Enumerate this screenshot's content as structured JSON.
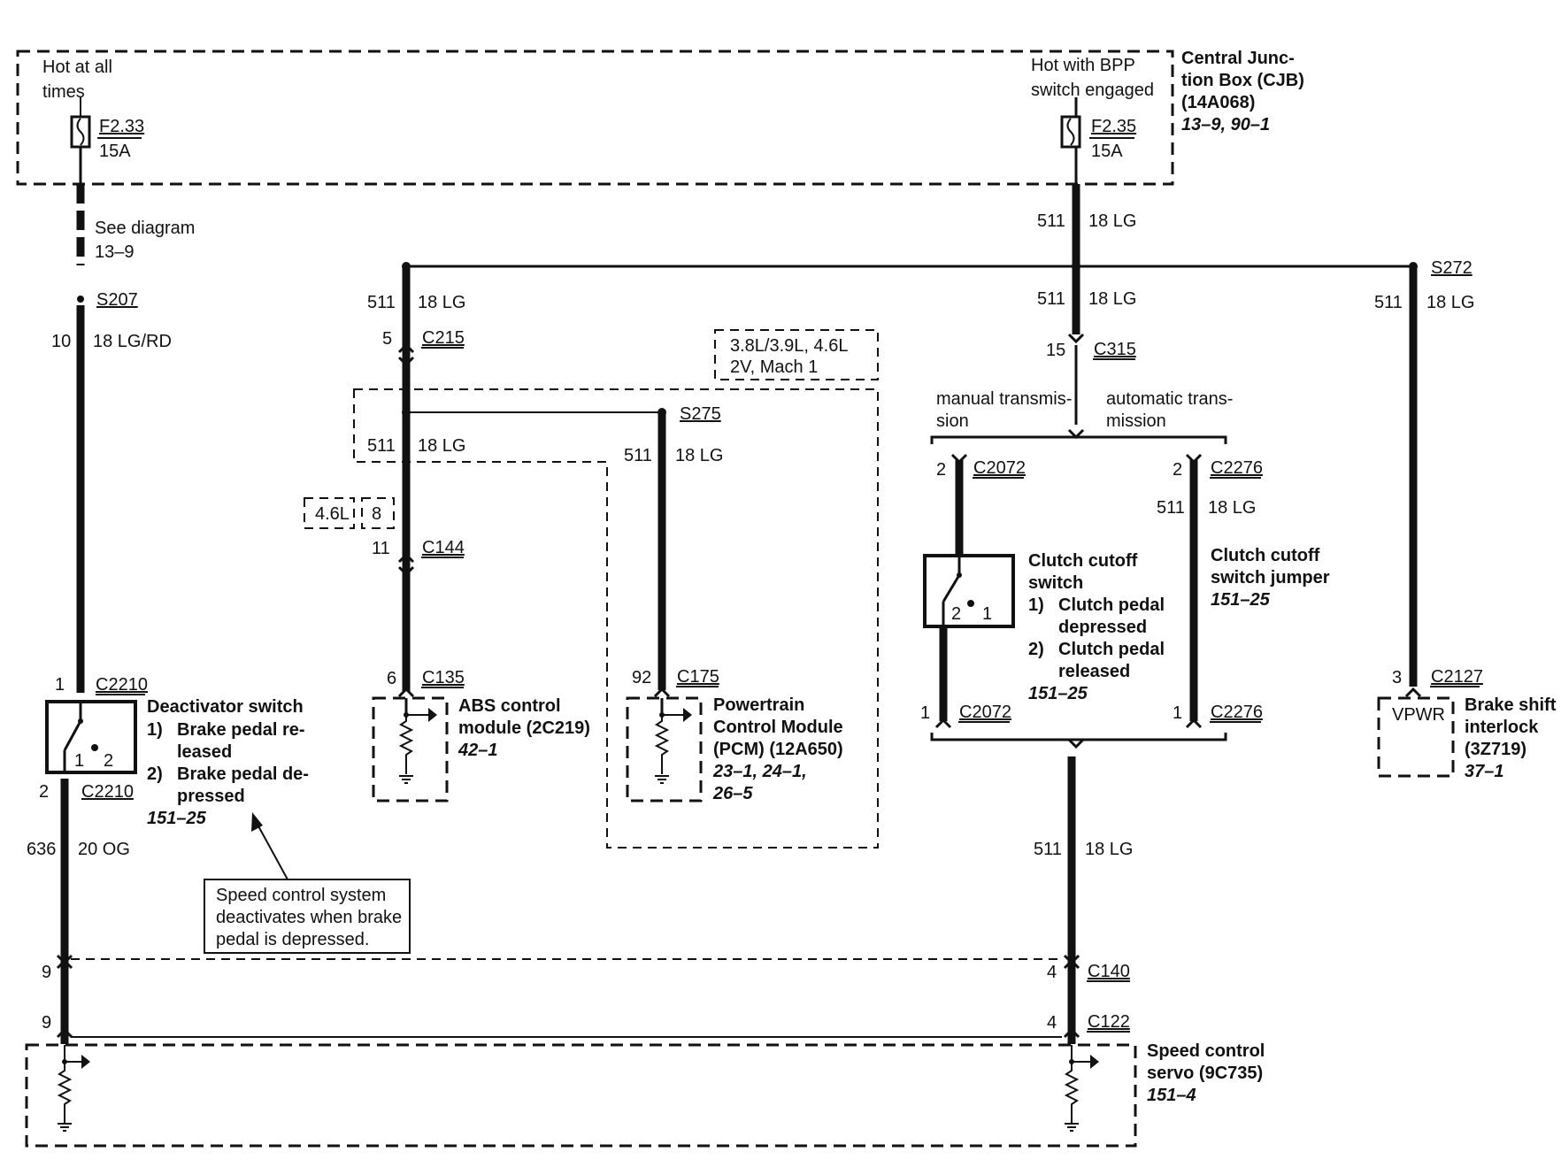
{
  "cjb": {
    "hot_all_times_1": "Hot at all",
    "hot_all_times_2": "times",
    "hot_bpp_1": "Hot with BPP",
    "hot_bpp_2": "switch engaged",
    "fuse_left": "F2.33",
    "fuse_left_rating": "15A",
    "fuse_right": "F2.35",
    "fuse_right_rating": "15A",
    "title_1": "Central Junc-",
    "title_2": "tion Box (CJB)",
    "title_3": "(14A068)",
    "ref": "13–9, 90–1"
  },
  "left_branch": {
    "see_diagram_1": "See diagram",
    "see_diagram_2": "13–9",
    "splice": "S207",
    "circuit": "10",
    "wire": "18 LG/RD",
    "conn_top_pin": "1",
    "conn_top": "C2210",
    "conn_bot_pin": "2",
    "conn_bot": "C2210",
    "circuit2": "636",
    "wire2": "20 OG",
    "switch_pin1": "1",
    "switch_pin2": "2",
    "switch_title": "Deactivator switch",
    "item1_num": "1)",
    "item1_a": "Brake pedal re-",
    "item1_b": "leased",
    "item2_num": "2)",
    "item2_a": "Brake pedal de-",
    "item2_b": "pressed",
    "ref": "151–25",
    "note_1": "Speed control system",
    "note_2": "deactivates when brake",
    "note_3": "pedal is depressed."
  },
  "abs_branch": {
    "circuit": "511",
    "wire": "18 LG",
    "c215_pin": "5",
    "c215": "C215",
    "circuit_b": "511",
    "wire_b": "18 LG",
    "tag_engine": "4.6L",
    "tag_pin": "8",
    "c144_pin": "11",
    "c144": "C144",
    "c135_pin": "6",
    "c135": "C135",
    "module_1": "ABS control",
    "module_2": "module (2C219)",
    "ref": "42–1"
  },
  "pcm_branch": {
    "variant_1": "3.8L/3.9L, 4.6L",
    "variant_2": "2V, Mach 1",
    "splice": "S275",
    "circuit": "511",
    "wire": "18 LG",
    "c175_pin": "92",
    "c175": "C175",
    "module_1": "Powertrain",
    "module_2": "Control Module",
    "module_3": "(PCM) (12A650)",
    "ref_1": "23–1, 24–1,",
    "ref_2": "26–5"
  },
  "main_right": {
    "circuit_top": "511",
    "wire_top": "18 LG",
    "circuit_mid": "511",
    "wire_mid": "18 LG",
    "c315_pin": "15",
    "c315": "C315",
    "manual_1": "manual transmis-",
    "manual_2": "sion",
    "auto_1": "automatic trans-",
    "auto_2": "mission",
    "c2072_top_pin": "2",
    "c2072_top": "C2072",
    "c2072_bot_pin": "1",
    "c2072_bot": "C2072",
    "c2276_top_pin": "2",
    "c2276_top": "C2276",
    "c2276_bot_pin": "1",
    "c2276_bot": "C2276",
    "jumper_circuit": "511",
    "jumper_wire": "18 LG",
    "clutch_title_1": "Clutch cutoff",
    "clutch_title_2": "switch",
    "clutch_item1_num": "1)",
    "clutch_item1_a": "Clutch pedal",
    "clutch_item1_b": "depressed",
    "clutch_item2_num": "2)",
    "clutch_item2_a": "Clutch pedal",
    "clutch_item2_b": "released",
    "clutch_ref": "151–25",
    "clutch_pin2": "2",
    "clutch_pin1": "1",
    "jumper_1": "Clutch cutoff",
    "jumper_2": "switch jumper",
    "jumper_ref": "151–25",
    "circuit_low": "511",
    "wire_low": "18 LG"
  },
  "interlock": {
    "splice": "S272",
    "circuit": "511",
    "wire": "18 LG",
    "pin": "3",
    "conn": "C2127",
    "vpwr": "VPWR",
    "title_1": "Brake shift",
    "title_2": "interlock",
    "title_3": "(3Z719)",
    "ref": "37–1"
  },
  "servo": {
    "c140_left_pin": "9",
    "c140_right_pin": "4",
    "c140": "C140",
    "c122_left_pin": "9",
    "c122_right_pin": "4",
    "c122": "C122",
    "title_1": "Speed control",
    "title_2": "servo (9C735)",
    "ref": "151–4"
  }
}
